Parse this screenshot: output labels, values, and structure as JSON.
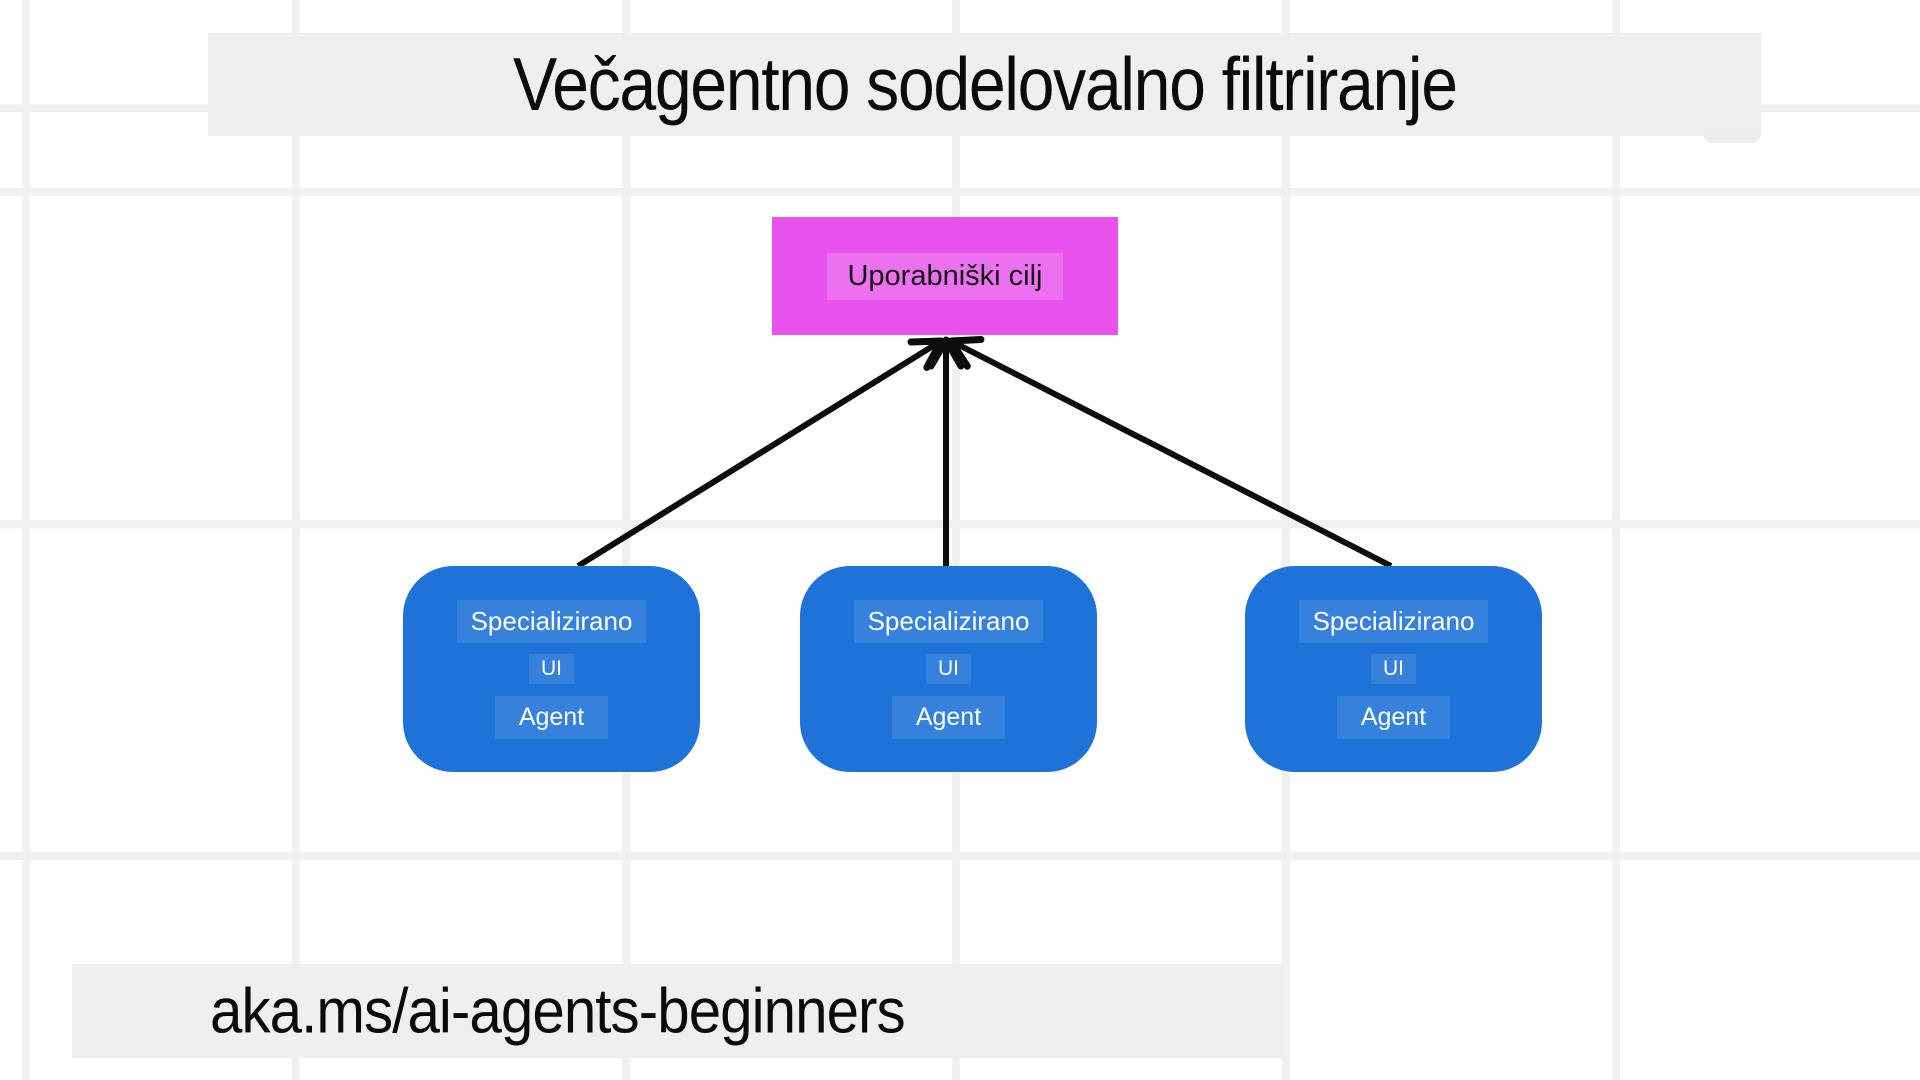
{
  "title": {
    "text": "Večagentno sodelovalno filtriranje"
  },
  "diagram": {
    "goal_node": {
      "label": "Uporabniški cilj",
      "fill": "#e852ec"
    },
    "agent_nodes": [
      {
        "line1": "Specializirano",
        "line2": "UI",
        "line3": "Agent"
      },
      {
        "line1": "Specializirano",
        "line2": "UI",
        "line3": "Agent"
      },
      {
        "line1": "Specializirano",
        "line2": "UI",
        "line3": "Agent"
      }
    ],
    "agent_node_fill": "#1f73d8",
    "arrow_color": "#0d0d0d"
  },
  "footer": {
    "text": "aka.ms/ai-agents-beginners"
  },
  "colors": {
    "background": "#ffffff",
    "grid_line": "#f0f0f0",
    "banner": "#efefef",
    "text_dark": "#0b0b0b",
    "node_text_light": "#ffffff"
  }
}
